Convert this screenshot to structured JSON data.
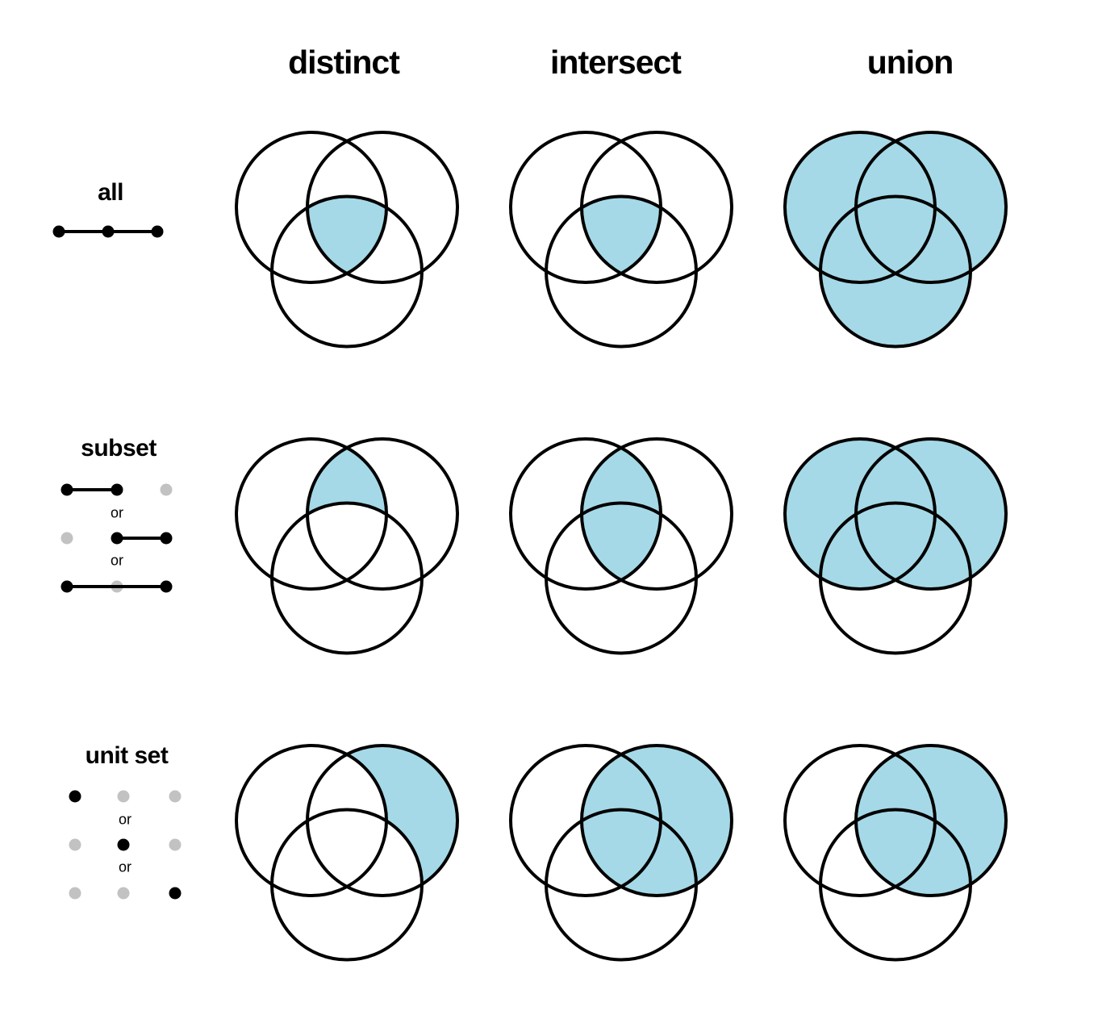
{
  "figure": {
    "description": "Grid of three-circle Venn diagrams showing set operations per match type"
  },
  "colors": {
    "shade_fill": "#A5D9E7",
    "circle_stroke": "#000000",
    "dot_black": "#000000",
    "dot_gray": "#C2C2C2",
    "background": "#ffffff"
  },
  "columns": [
    {
      "id": "distinct",
      "label": "distinct"
    },
    {
      "id": "intersect",
      "label": "intersect"
    },
    {
      "id": "union",
      "label": "union"
    }
  ],
  "or_label": "or",
  "rows": [
    {
      "id": "all",
      "label": "all",
      "dot_variants": [
        {
          "dots": [
            "black",
            "black",
            "black"
          ],
          "line": [
            0,
            2
          ]
        }
      ],
      "cells": [
        {
          "column": "distinct",
          "shaded_region": "triple_intersection"
        },
        {
          "column": "intersect",
          "shaded_region": "triple_intersection"
        },
        {
          "column": "union",
          "shaded_region": "all_three_circles"
        }
      ]
    },
    {
      "id": "subset",
      "label": "subset",
      "dot_variants": [
        {
          "dots": [
            "black",
            "black",
            "gray"
          ],
          "line": [
            0,
            1
          ]
        },
        {
          "dots": [
            "gray",
            "black",
            "black"
          ],
          "line": [
            1,
            2
          ]
        },
        {
          "dots": [
            "black",
            "gray",
            "black"
          ],
          "line": [
            0,
            2
          ]
        }
      ],
      "cells": [
        {
          "column": "distinct",
          "shaded_region": "top_lens_minus_bottom"
        },
        {
          "column": "intersect",
          "shaded_region": "top_lens"
        },
        {
          "column": "union",
          "shaded_region": "top_two_circles"
        }
      ]
    },
    {
      "id": "unit_set",
      "label": "unit set",
      "dot_variants": [
        {
          "dots": [
            "black",
            "gray",
            "gray"
          ],
          "line": null
        },
        {
          "dots": [
            "gray",
            "black",
            "gray"
          ],
          "line": null
        },
        {
          "dots": [
            "gray",
            "gray",
            "black"
          ],
          "line": null
        }
      ],
      "cells": [
        {
          "column": "distinct",
          "shaded_region": "right_circle_exclusive"
        },
        {
          "column": "intersect",
          "shaded_region": "right_circle_full"
        },
        {
          "column": "union",
          "shaded_region": "right_circle_full"
        }
      ]
    }
  ]
}
